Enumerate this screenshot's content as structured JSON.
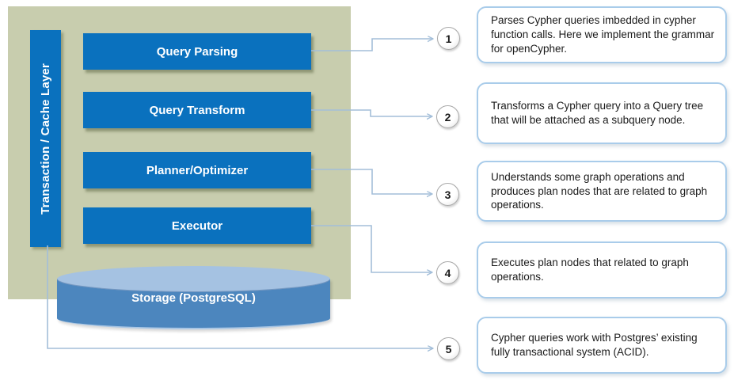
{
  "diagram": {
    "sidebar_label": "Transaction / Cache Layer",
    "layers": [
      {
        "label": "Query Parsing"
      },
      {
        "label": "Query Transform"
      },
      {
        "label": "Planner/Optimizer"
      },
      {
        "label": "Executor"
      }
    ],
    "storage_label": "Storage (PostgreSQL)"
  },
  "annotations": [
    {
      "number": "1",
      "text": "Parses Cypher queries imbedded in cypher function calls. Here we implement the grammar for openCypher."
    },
    {
      "number": "2",
      "text": "Transforms a Cypher query into a Query tree that will be attached as a subquery node."
    },
    {
      "number": "3",
      "text": "Understands some graph operations and produces plan nodes that are related to graph operations."
    },
    {
      "number": "4",
      "text": "Executes plan nodes that related to graph operations."
    },
    {
      "number": "5",
      "text": "Cypher queries work with Postgres’ existing fully transactional system (ACID)."
    }
  ],
  "colors": {
    "panel_green": "#C8CDAE",
    "box_blue": "#0A71BE",
    "cylinder_body_blue": "#4C86BE",
    "cylinder_top_blue": "#A5C2E2",
    "connector_blue": "#A3BED9",
    "callout_border_blue": "#A9CCEA",
    "circle_border_gray": "#A9A9A9"
  }
}
